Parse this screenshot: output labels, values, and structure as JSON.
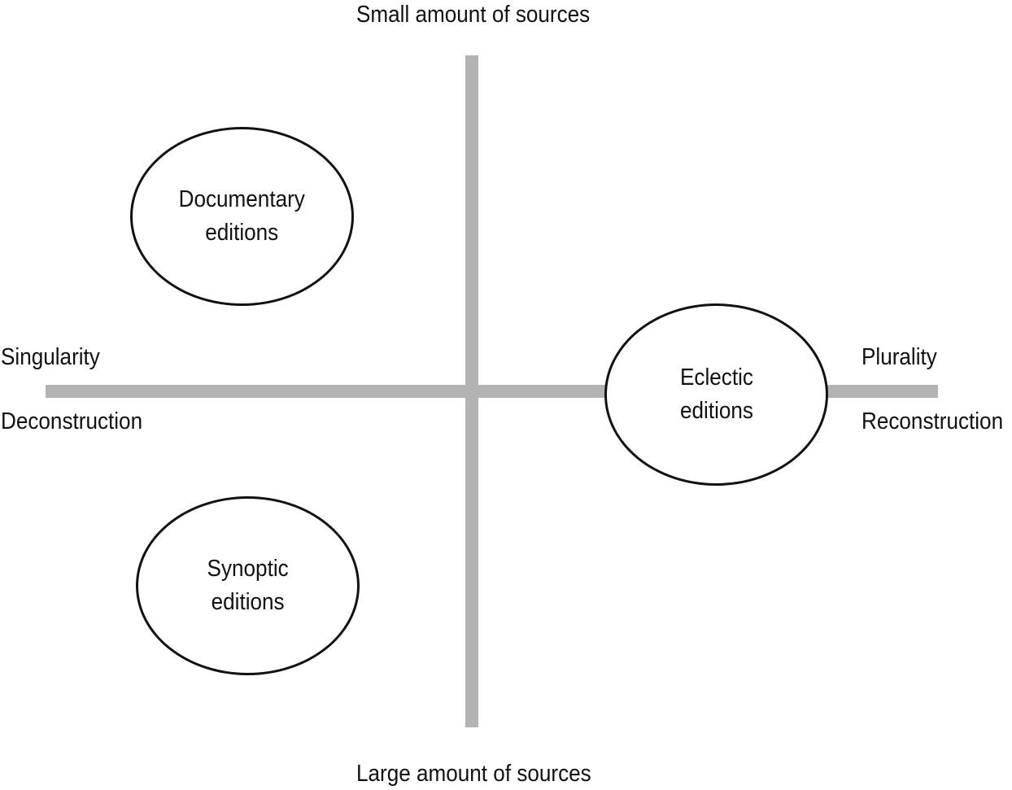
{
  "axes": {
    "top_label": "Small amount of sources",
    "bottom_label": "Large amount of sources",
    "left_upper_label": "Singularity",
    "left_lower_label": "Deconstruction",
    "right_upper_label": "Plurality",
    "right_lower_label": "Reconstruction",
    "color": "#b3b3b3"
  },
  "ellipses": {
    "documentary": {
      "line1": "Documentary",
      "line2": "editions"
    },
    "eclectic": {
      "line1": "Eclectic",
      "line2": "editions"
    },
    "synoptic": {
      "line1": "Synoptic",
      "line2": "editions"
    }
  }
}
